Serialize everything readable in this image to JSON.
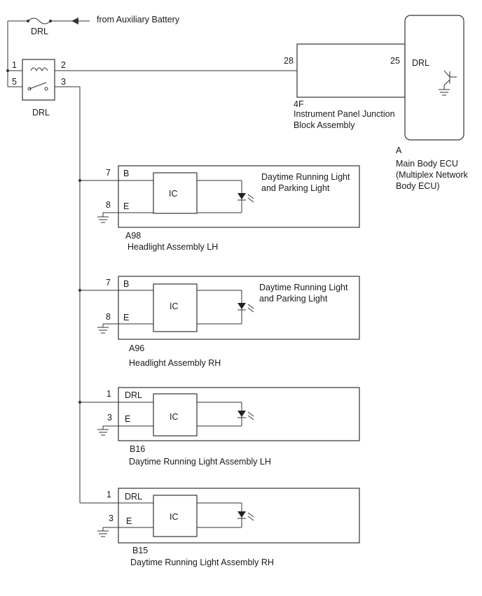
{
  "source": {
    "fuse_label": "DRL",
    "note": "from Auxiliary Battery"
  },
  "relay": {
    "label": "DRL",
    "pins": {
      "p1": "1",
      "p2": "2",
      "p3": "3",
      "p5": "5"
    }
  },
  "junction_block": {
    "pin_left": "28",
    "pin_right": "25",
    "code": "4F",
    "name_line1": "Instrument Panel Junction",
    "name_line2": "Block Assembly"
  },
  "ecu": {
    "terminal": "DRL",
    "code": "A",
    "name_line1": "Main Body ECU",
    "name_line2": "(Multiplex Network",
    "name_line3": "Body ECU)"
  },
  "assemblies": [
    {
      "pin_top": "7",
      "term_top": "B",
      "pin_bot": "8",
      "term_bot": "E",
      "ic": "IC",
      "desc_line1": "Daytime Running Light",
      "desc_line2": "and Parking Light",
      "code": "A98",
      "name": "Headlight Assembly LH"
    },
    {
      "pin_top": "7",
      "term_top": "B",
      "pin_bot": "8",
      "term_bot": "E",
      "ic": "IC",
      "desc_line1": "Daytime Running Light",
      "desc_line2": "and Parking Light",
      "code": "A96",
      "name": "Headlight Assembly RH"
    },
    {
      "pin_top": "1",
      "term_top": "DRL",
      "pin_bot": "3",
      "term_bot": "E",
      "ic": "IC",
      "code": "B16",
      "name": "Daytime Running Light Assembly LH"
    },
    {
      "pin_top": "1",
      "term_top": "DRL",
      "pin_bot": "3",
      "term_bot": "E",
      "ic": "IC",
      "code": "B15",
      "name": "Daytime Running Light Assembly RH"
    }
  ]
}
